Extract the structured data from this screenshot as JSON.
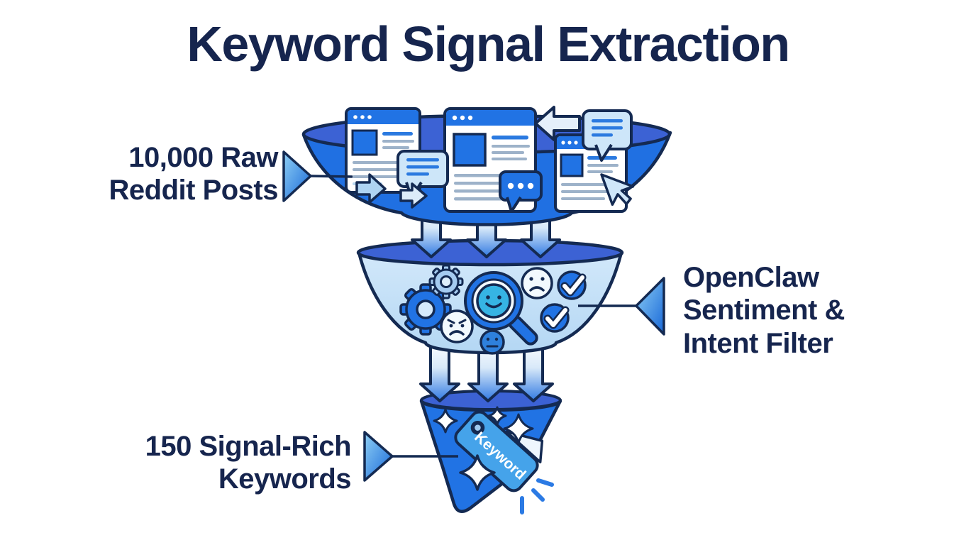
{
  "title": "Keyword Signal Extraction",
  "callouts": {
    "raw_posts": {
      "lines": [
        "10,000 Raw",
        "Reddit Posts"
      ]
    },
    "filter": {
      "lines": [
        "OpenClaw",
        "Sentiment &",
        "Intent Filter"
      ]
    },
    "keywords": {
      "lines": [
        "150 Signal-Rich",
        "Keywords"
      ]
    }
  },
  "funnel": {
    "tag_text": "Keyword",
    "stage_count": 3,
    "icons": {
      "stage_top": [
        "browser-card",
        "browser-card",
        "browser-card",
        "speech-bubble-light",
        "speech-bubble-dots",
        "speech-bubble-light",
        "arrow-right",
        "arrow-right",
        "arrow-left",
        "cursor"
      ],
      "stage_middle": [
        "gear",
        "gear",
        "magnifier-smiley",
        "sad-face",
        "angry-face",
        "neutral-face",
        "checkmark",
        "checkmark"
      ],
      "stage_bottom": [
        "sparkle",
        "sparkle",
        "sparkle",
        "sparkle",
        "keyword-tag",
        "click-burst"
      ]
    }
  },
  "colors": {
    "heading_text": "#16254e",
    "outline_navy": "#142a52",
    "funnel_bright_blue": "#2173e4",
    "funnel_rim_blue": "#3c62d4",
    "funnel_light_blue": "#c7e1f8",
    "tag_blue": "#45a3ea",
    "smiley_face_blue": "#36b4e4",
    "accent_line_blue": "#2b7ae0"
  }
}
